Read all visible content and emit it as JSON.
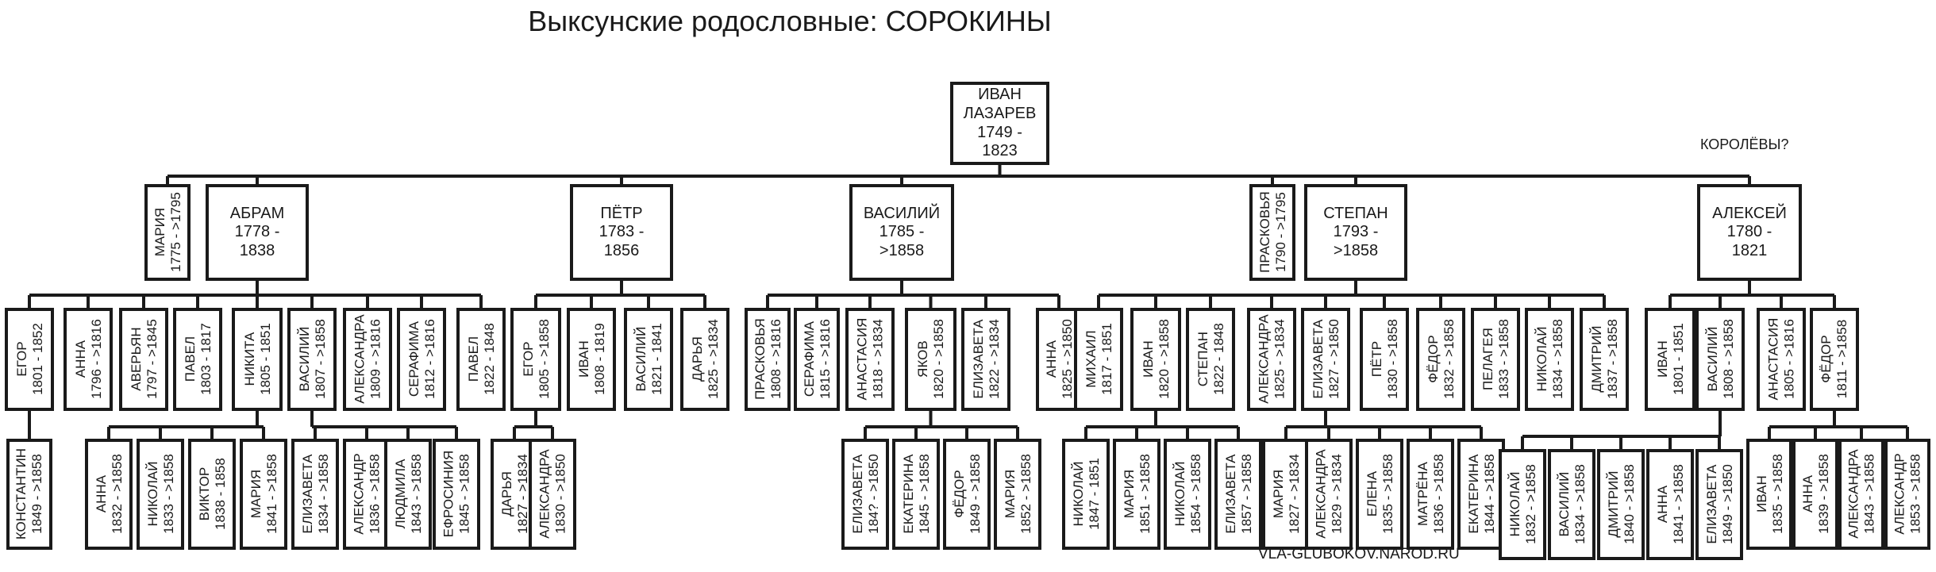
{
  "title": "Выксунские родословные: СОРОКИНЫ",
  "annotation_koroleva": "КОРОЛЁВЫ?",
  "website": "VLA-GLUBOKOV.NAROD.RU",
  "colors": {
    "line": "#1a1a1a",
    "background": "#ffffff"
  },
  "root": {
    "lines": [
      "ИВАН",
      "ЛАЗАРЕВ",
      "1749 -",
      "1823"
    ]
  },
  "gen1": [
    {
      "id": "mariya",
      "lines": [
        "МАРИЯ",
        "1775 - >1795"
      ]
    },
    {
      "id": "abram",
      "lines": [
        "АБРАМ",
        "1778 -",
        "1838"
      ]
    },
    {
      "id": "petr",
      "lines": [
        "ПЁТР",
        "1783 -",
        "1856"
      ]
    },
    {
      "id": "vasiliy",
      "lines": [
        "ВАСИЛИЙ",
        "1785 -",
        ">1858"
      ]
    },
    {
      "id": "praskovya",
      "lines": [
        "ПРАСКОВЬЯ",
        "1790 - >1795"
      ]
    },
    {
      "id": "stepan",
      "lines": [
        "СТЕПАН",
        "1793 -",
        ">1858"
      ]
    },
    {
      "id": "aleksey",
      "lines": [
        "АЛЕКСЕЙ",
        "1780 -",
        "1821"
      ]
    }
  ],
  "gen2": [
    {
      "id": "abram-egor",
      "lines": [
        "ЕГОР",
        "1801 - 1852"
      ]
    },
    {
      "id": "abram-anna",
      "lines": [
        "АННА",
        "1796 - >1816"
      ]
    },
    {
      "id": "abram-averyan",
      "lines": [
        "АВЕРЬЯН",
        "1797 - >1845"
      ]
    },
    {
      "id": "abram-pavel1",
      "lines": [
        "ПАВЕЛ",
        "1803 - 1817"
      ]
    },
    {
      "id": "abram-nikita",
      "lines": [
        "НИКИТА",
        "1805 - 1851"
      ]
    },
    {
      "id": "abram-vasiliy",
      "lines": [
        "ВАСИЛИЙ",
        "1807 - >1858"
      ]
    },
    {
      "id": "abram-aleksandra",
      "lines": [
        "АЛЕКСАНДРА",
        "1809 - >1816"
      ]
    },
    {
      "id": "abram-serafima",
      "lines": [
        "СЕРАФИМА",
        "1812 - >1816"
      ]
    },
    {
      "id": "abram-pavel2",
      "lines": [
        "ПАВЕЛ",
        "1822 - 1848"
      ]
    },
    {
      "id": "petr-egor",
      "lines": [
        "ЕГОР",
        "1805 - >1858"
      ]
    },
    {
      "id": "petr-ivan",
      "lines": [
        "ИВАН",
        "1808 - 1819"
      ]
    },
    {
      "id": "petr-vasiliy",
      "lines": [
        "ВАСИЛИЙ",
        "1821 - 1841"
      ]
    },
    {
      "id": "petr-darya",
      "lines": [
        "ДАРЬЯ",
        "1825 - >1834"
      ]
    },
    {
      "id": "vas-praskovya",
      "lines": [
        "ПРАСКОВЬЯ",
        "1808 - >1816"
      ]
    },
    {
      "id": "vas-serafima",
      "lines": [
        "СЕРАФИМА",
        "1815 - >1816"
      ]
    },
    {
      "id": "vas-anastasiya",
      "lines": [
        "АНАСТАСИЯ",
        "1818 - >1834"
      ]
    },
    {
      "id": "vas-yakov",
      "lines": [
        "ЯКОВ",
        "1820 - >1858"
      ]
    },
    {
      "id": "vas-elizaveta",
      "lines": [
        "ЕЛИЗАВЕТА",
        "1822 - >1834"
      ]
    },
    {
      "id": "vas-anna",
      "lines": [
        "АННА",
        "1825 - >1850"
      ]
    },
    {
      "id": "step-mikhail",
      "lines": [
        "МИХАИЛ",
        "1817 - 1851"
      ]
    },
    {
      "id": "step-ivan",
      "lines": [
        "ИВАН",
        "1820 - >1858"
      ]
    },
    {
      "id": "step-stepan",
      "lines": [
        "СТЕПАН",
        "1822 - 1848"
      ]
    },
    {
      "id": "step-aleksandra",
      "lines": [
        "АЛЕКСАНДРА",
        "1825 - >1834"
      ]
    },
    {
      "id": "step-elizaveta",
      "lines": [
        "ЕЛИЗАВЕТА",
        "1827 - >1850"
      ]
    },
    {
      "id": "step-petr",
      "lines": [
        "ПЁТР",
        "1830 - >1858"
      ]
    },
    {
      "id": "step-fedor",
      "lines": [
        "ФЁДОР",
        "1832 - >1858"
      ]
    },
    {
      "id": "step-pelageya",
      "lines": [
        "ПЕЛАГЕЯ",
        "1833 - >1858"
      ]
    },
    {
      "id": "step-nikolay",
      "lines": [
        "НИКОЛАЙ",
        "1834 - >1858"
      ]
    },
    {
      "id": "step-dmitriy",
      "lines": [
        "ДМИТРИЙ",
        "1837 - >1858"
      ]
    },
    {
      "id": "alek-ivan",
      "lines": [
        "ИВАН",
        "1801 - 1851"
      ]
    },
    {
      "id": "alek-vasiliy",
      "lines": [
        "ВАСИЛИЙ",
        "1808 - >1858"
      ]
    },
    {
      "id": "alek-anastasiya",
      "lines": [
        "АНАСТАСИЯ",
        "1805 - >1816"
      ]
    },
    {
      "id": "alek-fedor",
      "lines": [
        "ФЁДОР",
        "1811 - >1858"
      ]
    }
  ],
  "gen3": [
    {
      "id": "egor-konstantin",
      "lines": [
        "КОНСТАНТИН",
        "1849 - >1858"
      ]
    },
    {
      "id": "nik-anna",
      "lines": [
        "АННА",
        "1832 - >1858"
      ]
    },
    {
      "id": "nik-nikolay",
      "lines": [
        "НИКОЛАЙ",
        "1833 - >1858"
      ]
    },
    {
      "id": "nik-viktor",
      "lines": [
        "ВИКТОР",
        "1838 - 1858"
      ]
    },
    {
      "id": "nik-mariya",
      "lines": [
        "МАРИЯ",
        "1841 - >1858"
      ]
    },
    {
      "id": "av-elizaveta",
      "lines": [
        "ЕЛИЗАВЕТА",
        "1834 - >1858"
      ]
    },
    {
      "id": "av-aleksandr",
      "lines": [
        "АЛЕКСАНДР",
        "1836 - >1858"
      ]
    },
    {
      "id": "av-lyudmila",
      "lines": [
        "ЛЮДМИЛА",
        "1843 - >1858"
      ]
    },
    {
      "id": "av-efrosiniya",
      "lines": [
        "ЕФРОСИНИЯ",
        "1845 - >1858"
      ]
    },
    {
      "id": "pe-darya",
      "lines": [
        "ДАРЬЯ",
        "1827 - >1834"
      ]
    },
    {
      "id": "pe-aleksandra",
      "lines": [
        "АЛЕКСАНДРА",
        "1830 - >1850"
      ]
    },
    {
      "id": "ya-elizaveta",
      "lines": [
        "ЕЛИЗАВЕТА",
        "184? - >1850"
      ]
    },
    {
      "id": "ya-ekaterina",
      "lines": [
        "ЕКАТЕРИНА",
        "1845 - >1858"
      ]
    },
    {
      "id": "ya-fedor",
      "lines": [
        "ФЁДОР",
        "1849 - >1858"
      ]
    },
    {
      "id": "ya-mariya",
      "lines": [
        "МАРИЯ",
        "1852 - >1858"
      ]
    },
    {
      "id": "si-nikolay1",
      "lines": [
        "НИКОЛАЙ",
        "1847 - 1851"
      ]
    },
    {
      "id": "si-mariya",
      "lines": [
        "МАРИЯ",
        "1851 - >1858"
      ]
    },
    {
      "id": "si-nikolay2",
      "lines": [
        "НИКОЛАЙ",
        "1854 - >1858"
      ]
    },
    {
      "id": "si-elizaveta",
      "lines": [
        "ЕЛИЗАВЕТА",
        "1857 - >1858"
      ]
    },
    {
      "id": "sx-mariya",
      "lines": [
        "МАРИЯ",
        "1827 - >1834"
      ]
    },
    {
      "id": "sx-aleksandra",
      "lines": [
        "АЛЕКСАНДРА",
        "1829 - >1834"
      ]
    },
    {
      "id": "sx-elena",
      "lines": [
        "ЕЛЕНА",
        "1835 - >1858"
      ]
    },
    {
      "id": "sx-matrena",
      "lines": [
        "МАТРЁНА",
        "1836 - >1858"
      ]
    },
    {
      "id": "sx-ekaterina",
      "lines": [
        "ЕКАТЕРИНА",
        "1844 - >1858"
      ]
    },
    {
      "id": "av2-nikolay",
      "lines": [
        "НИКОЛАЙ",
        "1832 - >1858"
      ]
    },
    {
      "id": "av2-vasiliy",
      "lines": [
        "ВАСИЛИЙ",
        "1834 - >1858"
      ]
    },
    {
      "id": "av2-dmitriy",
      "lines": [
        "ДМИТРИЙ",
        "1840 - >1858"
      ]
    },
    {
      "id": "av2-anna",
      "lines": [
        "АННА",
        "1841 - >1858"
      ]
    },
    {
      "id": "av2-elizaveta",
      "lines": [
        "ЕЛИЗАВЕТА",
        "1849 - >1850"
      ]
    },
    {
      "id": "fe-ivan",
      "lines": [
        "ИВАН",
        "1835 - >1858"
      ]
    },
    {
      "id": "fe-anna",
      "lines": [
        "АННА",
        "1839 - >1858"
      ]
    },
    {
      "id": "fe-aleksandra",
      "lines": [
        "АЛЕКСАНДРА",
        "1843 - >1858"
      ]
    },
    {
      "id": "fe-aleksandr",
      "lines": [
        "АЛЕКСАНДР",
        "1853 - >1858"
      ]
    }
  ]
}
